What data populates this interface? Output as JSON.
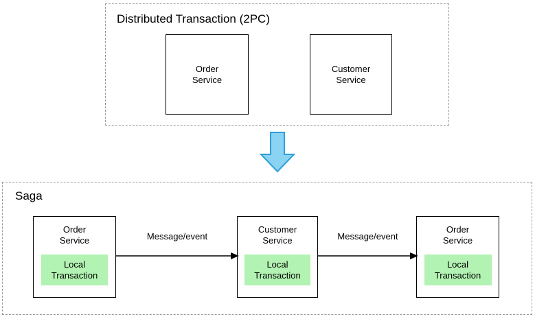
{
  "diagram": {
    "title_none": "",
    "colors": {
      "local_transaction_fill": "#b2f2b2",
      "arrow_fill": "#8ad3f2",
      "arrow_stroke": "#2e9fd9",
      "box_stroke": "#000000",
      "group_stroke": "#9a9a9a",
      "background": "#ffffff"
    },
    "groups": [
      {
        "id": "distributed-transaction",
        "title": "Distributed Transaction (2PC)",
        "boxes": [
          {
            "id": "order-service",
            "label": "Order\nService"
          },
          {
            "id": "customer-service",
            "label": "Customer\nService"
          }
        ]
      },
      {
        "id": "saga",
        "title": "Saga",
        "boxes": [
          {
            "id": "saga-order-service-1",
            "label": "Order\nService",
            "inner_label": "Local\nTransaction"
          },
          {
            "id": "saga-customer-service",
            "label": "Customer\nService",
            "inner_label": "Local\nTransaction"
          },
          {
            "id": "saga-order-service-2",
            "label": "Order\nService",
            "inner_label": "Local\nTransaction"
          }
        ],
        "connectors": [
          {
            "id": "connector-1",
            "label": "Message/event"
          },
          {
            "id": "connector-2",
            "label": "Message/event"
          }
        ]
      }
    ],
    "transition_arrow": {
      "icon": "down-arrow-icon",
      "direction": "down"
    }
  }
}
